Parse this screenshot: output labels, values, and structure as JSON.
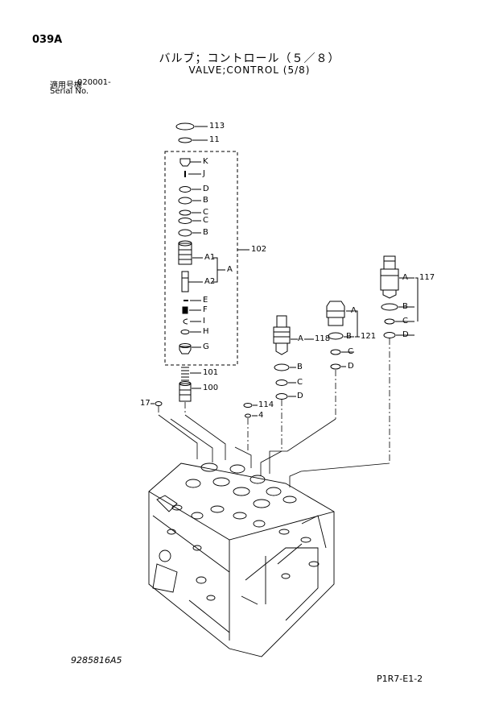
{
  "header": {
    "code": "039A",
    "title_jp": "バルブ；コントロール（５／８）",
    "title_en": "VALVE;CONTROL (5/8)",
    "serial_label_jp": "適用号機",
    "serial_number": "020001-",
    "serial_label_en": "Serial No."
  },
  "callouts": {
    "p113": "113",
    "p11": "11",
    "K": "K",
    "J": "J",
    "D1": "D",
    "B1": "B",
    "C1": "C",
    "C2": "C",
    "B2": "B",
    "A1": "A1",
    "A": "A",
    "A2": "A2",
    "p102": "102",
    "E": "E",
    "F": "F",
    "I": "I",
    "H": "H",
    "G": "G",
    "p101": "101",
    "p100": "100",
    "p17": "17",
    "p114": "114",
    "p4": "4",
    "p118_A": "A",
    "p118": "118",
    "p118_B": "B",
    "p118_C": "C",
    "p118_D": "D",
    "p121_A": "A",
    "p121_B": "B",
    "p121": "121",
    "p121_C": "C",
    "p121_D": "D",
    "p117_A": "A",
    "p117": "117",
    "p117_B": "B",
    "p117_C": "C",
    "p117_D": "D"
  },
  "footer": {
    "drawing_number": "9285816A5",
    "page_code": "P1R7-E1-2"
  }
}
